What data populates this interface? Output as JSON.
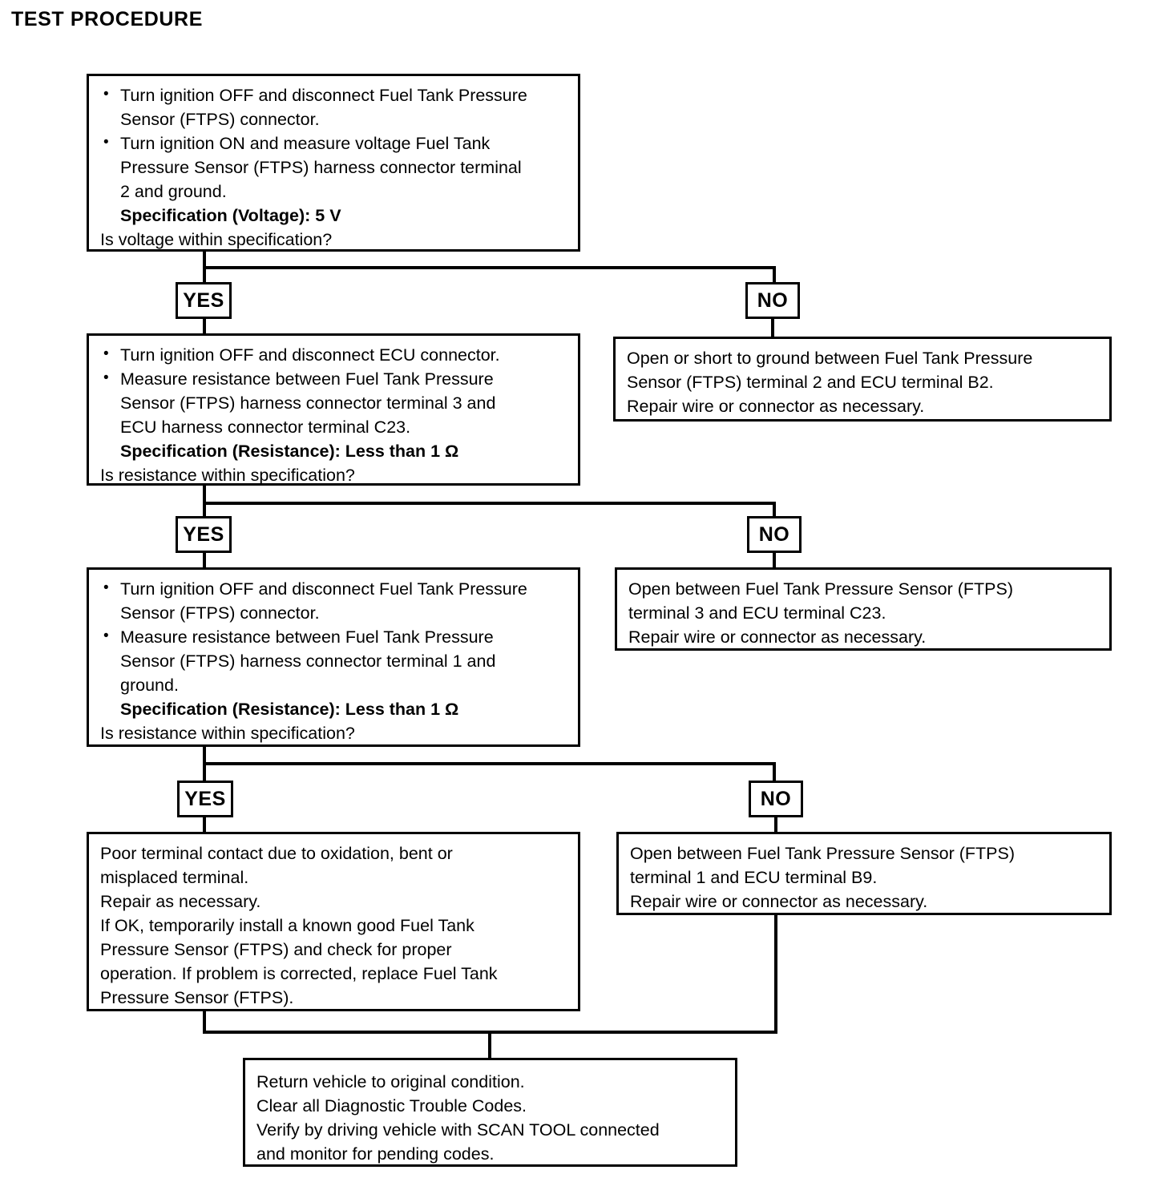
{
  "heading": "TEST PROCEDURE",
  "labels": {
    "yes": "YES",
    "no": "NO"
  },
  "steps": {
    "step1": {
      "bullet1_line1": "Turn ignition OFF and disconnect Fuel Tank Pressure",
      "bullet1_line2": "Sensor (FTPS) connector.",
      "bullet2_line1": "Turn ignition ON and measure voltage Fuel Tank",
      "bullet2_line2": "Pressure Sensor (FTPS) harness connector terminal",
      "bullet2_line3": "2 and ground.",
      "spec": "Specification (Voltage): 5 V",
      "question": "Is voltage within specification?"
    },
    "step2": {
      "bullet1_line1": "Turn ignition OFF and disconnect ECU connector.",
      "bullet2_line1": "Measure resistance between Fuel Tank Pressure",
      "bullet2_line2": "Sensor (FTPS) harness connector terminal 3 and",
      "bullet2_line3": "ECU harness connector terminal C23.",
      "spec": "Specification (Resistance): Less than 1 Ω",
      "question": "Is resistance within specification?"
    },
    "step3": {
      "bullet1_line1": "Turn ignition OFF and disconnect Fuel Tank Pressure",
      "bullet1_line2": "Sensor (FTPS) connector.",
      "bullet2_line1": "Measure resistance between Fuel Tank Pressure",
      "bullet2_line2": "Sensor (FTPS) harness connector terminal 1 and",
      "bullet2_line3": "ground.",
      "spec": "Specification (Resistance): Less than 1 Ω",
      "question": "Is resistance within specification?"
    }
  },
  "outcomes": {
    "no1": {
      "line1": "Open or short to ground between Fuel Tank Pressure",
      "line2": "Sensor (FTPS) terminal 2 and ECU terminal B2.",
      "line3": "Repair wire or connector as necessary."
    },
    "no2": {
      "line1": "Open between Fuel Tank Pressure Sensor (FTPS)",
      "line2": "terminal 3 and ECU terminal C23.",
      "line3": "Repair wire or connector as necessary."
    },
    "no3": {
      "line1": "Open between Fuel Tank Pressure Sensor (FTPS)",
      "line2": "terminal 1 and ECU terminal B9.",
      "line3": "Repair wire or connector as necessary."
    },
    "yes3": {
      "line1": "Poor terminal contact due to oxidation, bent or",
      "line2": "misplaced terminal.",
      "line3": "Repair as necessary.",
      "line4": "If OK, temporarily install a known good Fuel Tank",
      "line5": "Pressure Sensor (FTPS) and check for proper",
      "line6": "operation. If problem is corrected, replace Fuel Tank",
      "line7": "Pressure Sensor (FTPS)."
    },
    "final": {
      "line1": "Return vehicle to original condition.",
      "line2": "Clear all Diagnostic Trouble Codes.",
      "line3": "Verify by driving vehicle with SCAN TOOL connected",
      "line4": "and monitor for pending codes."
    }
  }
}
